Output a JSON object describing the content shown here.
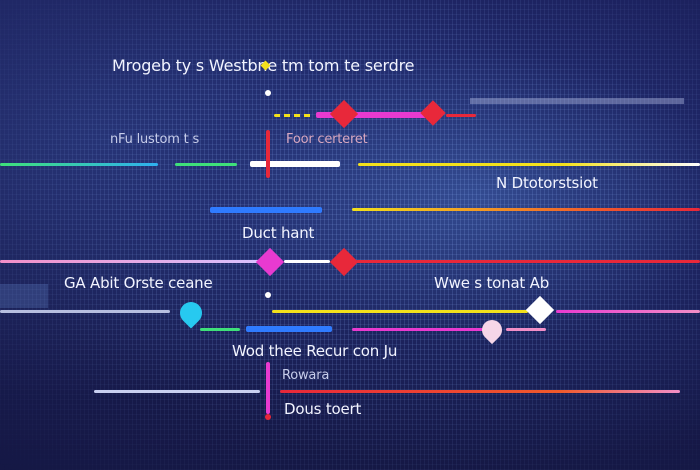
{
  "labels": {
    "header": "Mrogeb ty s  Westbne tm tom  te serdre",
    "row1_left": "nFu lustom t  s",
    "row1_right": "Foor certeret",
    "row2_right": "N Dtotorstsiot",
    "row3_center": "Duct hant",
    "row4_left": "GA Abit Orste ceane",
    "row4_right": "Wwe s tonat Ab",
    "row5_center": "Wod thee Recur con Ju",
    "row5_sub": "Rowara",
    "row6_center": "Dous toert"
  },
  "colors": {
    "magenta": "#e83ad0",
    "red": "#e8283a",
    "yellow": "#f3e11c",
    "blue": "#2f7bff",
    "cyan": "#27c9f0",
    "green": "#3fe07a",
    "pink": "#f28fc8",
    "white": "#ffffff",
    "orange": "#f05a2c"
  }
}
